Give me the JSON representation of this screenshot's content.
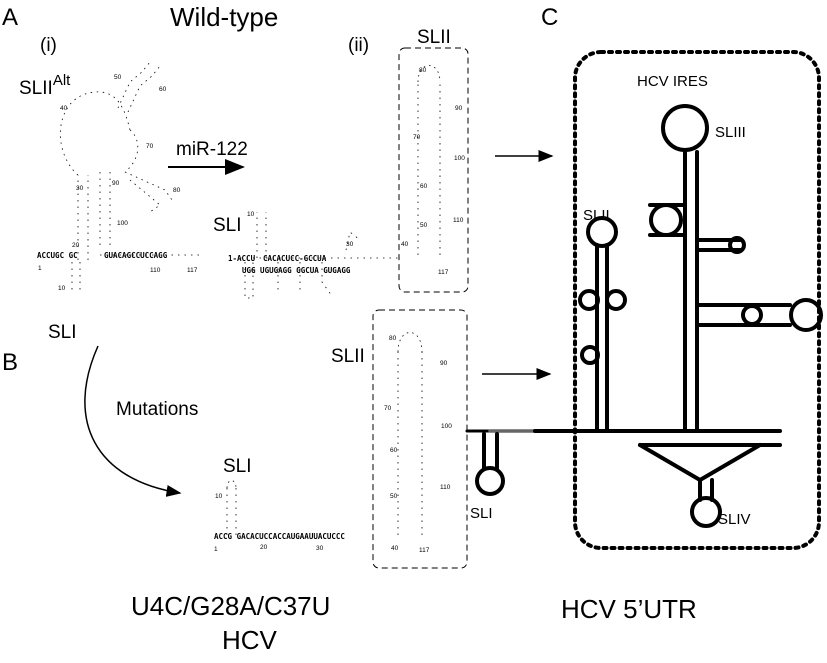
{
  "panels": {
    "a": "A",
    "b": "B",
    "c": "C"
  },
  "panel_a": {
    "title": "Wild-type",
    "sub_i": "(i)",
    "sub_ii": "(ii)",
    "slii_alt": "SLII",
    "slii_alt_sup": "Alt",
    "slii": "SLII",
    "sli": "SLI",
    "arrow_label": "miR-122",
    "seq_i_top": "ACCUGC GC",
    "seq_i_right": "GUACAGCCUCCAGG",
    "seq_ii_top": "1-ACCU",
    "seq_ii_mid": "CACACUCC-GCCUA",
    "seq_ii_bot": "UGG    UGUGAGG  GGCUA    GUGAGG",
    "nums_i": [
      "1",
      "10",
      "20",
      "30",
      "40",
      "50",
      "60",
      "70",
      "80",
      "90",
      "100",
      "110",
      "117"
    ],
    "nums_ii": [
      "10",
      "30",
      "40",
      "50",
      "60",
      "70",
      "80",
      "90",
      "100",
      "110",
      "117"
    ]
  },
  "panel_b": {
    "sli_left": "SLI",
    "mutations": "Mutations",
    "sli": "SLI",
    "slii": "SLII",
    "seq": "ACCG GACACUCCACCAUGAAUUACUCCC",
    "nums": [
      "1",
      "10",
      "20",
      "30",
      "40",
      "50",
      "60",
      "70",
      "80",
      "90",
      "100",
      "110",
      "117"
    ],
    "caption_1": "U4C/G28A/C37U",
    "caption_2": "HCV"
  },
  "panel_c": {
    "ires": "HCV IRES",
    "sliii": "SLIII",
    "slii": "SLII",
    "sli": "SLI",
    "sliv": "SLIV",
    "caption": "HCV 5’UTR"
  }
}
